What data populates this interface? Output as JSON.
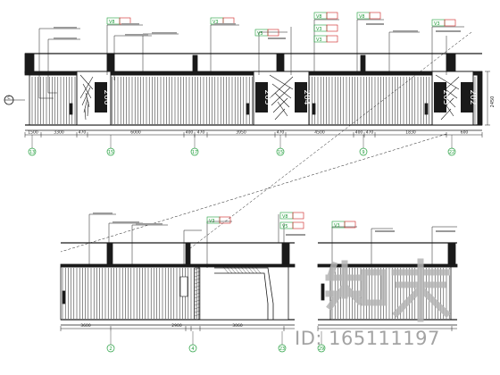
{
  "sheet": {
    "axis_label": "C",
    "room_numbers": [
      "206",
      "205",
      "204",
      "203",
      "202"
    ],
    "top_dims": [
      "1500",
      "3300",
      "470",
      "6000",
      "400",
      "470",
      "3950",
      "470",
      "4500",
      "400",
      "470",
      "1830",
      "600"
    ],
    "bottom_left_dims": [
      "3600",
      "2900",
      "3060"
    ],
    "axis_bubbles": [
      "13",
      "15",
      "17",
      "15",
      "9",
      "22",
      "2",
      "4",
      "23",
      "29"
    ],
    "height_label": "2450",
    "callout_tags": [
      "V8",
      "V3",
      "V5",
      "V8",
      "V3",
      "V3",
      "V8",
      "V3",
      "V3",
      "V8",
      "V5",
      "V3"
    ]
  },
  "watermark": {
    "site": "知末",
    "id_text": "ID: 165111197"
  },
  "colors": {
    "line": "#1a1a1a",
    "green": "#1f9d3a",
    "red": "#cc2222",
    "bubble": "#1f9d3a",
    "watermark": "#a8a8a8"
  }
}
